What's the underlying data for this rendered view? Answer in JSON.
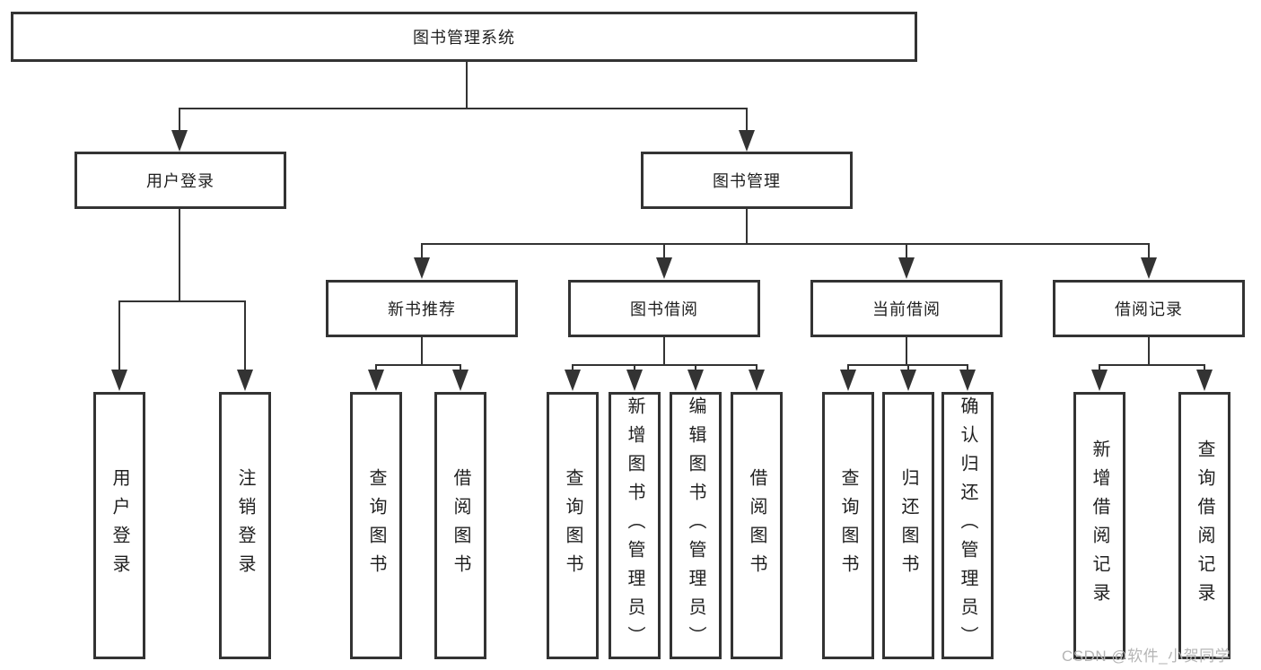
{
  "diagram_type": "hierarchy-tree",
  "tree": {
    "label": "图书管理系统",
    "children": [
      {
        "label": "用户登录",
        "children": [
          {
            "label": "用户登录"
          },
          {
            "label": "注销登录"
          }
        ]
      },
      {
        "label": "图书管理",
        "children": [
          {
            "label": "新书推荐",
            "children": [
              {
                "label": "查询图书"
              },
              {
                "label": "借阅图书"
              }
            ]
          },
          {
            "label": "图书借阅",
            "children": [
              {
                "label": "查询图书"
              },
              {
                "label": "新增图书（管理员）"
              },
              {
                "label": "编辑图书（管理员）"
              },
              {
                "label": "借阅图书"
              }
            ]
          },
          {
            "label": "当前借阅",
            "children": [
              {
                "label": "查询图书"
              },
              {
                "label": "归还图书"
              },
              {
                "label": "确认归还（管理员）"
              }
            ]
          },
          {
            "label": "借阅记录",
            "children": [
              {
                "label": "新增借阅记录"
              },
              {
                "label": "查询借阅记录"
              }
            ]
          }
        ]
      }
    ]
  },
  "watermark": "CSDN @软件_小贺同学",
  "colors": {
    "line": "#333333",
    "box_border": "#333333",
    "text": "#1f1f1f",
    "watermark": "#b5b5b5",
    "background": "#ffffff"
  }
}
